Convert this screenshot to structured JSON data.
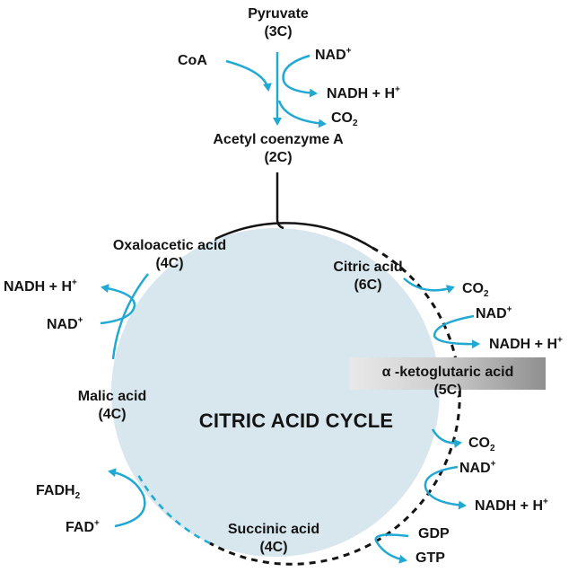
{
  "colors": {
    "circle_fill": "#d8e6ee",
    "arrow": "#21a9d3",
    "text": "#141414",
    "box_gradient_end": "#8f8f8f"
  },
  "cycle_title": "CITRIC ACID CYCLE",
  "pyruvate": {
    "name": "Pyruvate",
    "carbons": "(3C)"
  },
  "entry": {
    "coa": "CoA",
    "nad": "NAD",
    "nad_sup": "+",
    "nadh": "NADH + H",
    "nadh_sup": "+",
    "co2": "CO",
    "co2_sub": "2"
  },
  "acetyl": {
    "name": "Acetyl coenzyme A",
    "carbons": "(2C)"
  },
  "intermediates": {
    "citric": {
      "name": "Citric acid",
      "carbons": "(6C)"
    },
    "akg": {
      "name": "α -ketoglutaric acid",
      "carbons": "(5C)"
    },
    "succinic": {
      "name": "Succinic acid",
      "carbons": "(4C)"
    },
    "malic": {
      "name": "Malic acid",
      "carbons": "(4C)"
    },
    "oxaloacetic": {
      "name": "Oxaloacetic acid",
      "carbons": "(4C)"
    }
  },
  "step_citric_akg": {
    "co2": "CO",
    "co2_sub": "2",
    "nad": "NAD",
    "nad_sup": "+",
    "nadh": "NADH + H",
    "nadh_sup": "+"
  },
  "step_akg_succinic": {
    "co2": "CO",
    "co2_sub": "2",
    "nad": "NAD",
    "nad_sup": "+",
    "nadh": "NADH + H",
    "nadh_sup": "+",
    "gdp": "GDP",
    "gtp": "GTP"
  },
  "step_succinic_malic": {
    "fadh": "FADH",
    "fadh_sub": "2",
    "fad": "FAD",
    "fad_sup": "+"
  },
  "step_malic_oxaloacetic": {
    "nadh": "NADH + H",
    "nadh_sup": "+",
    "nad": "NAD",
    "nad_sup": "+"
  }
}
